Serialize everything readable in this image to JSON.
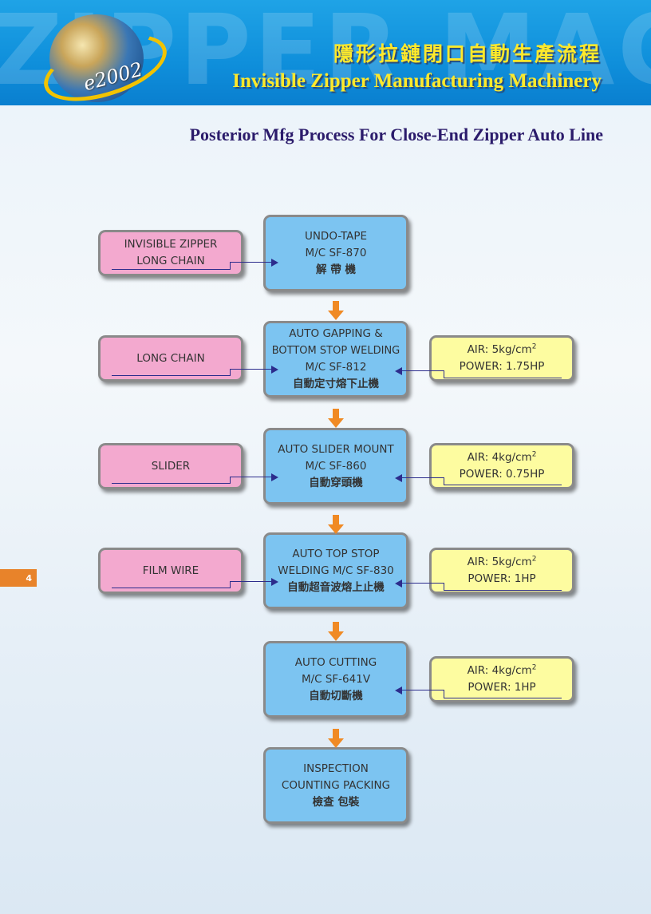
{
  "header": {
    "bg_word": "ZIPPER MACHINE",
    "logo_text": "e2002",
    "title_zh": "隱形拉鏈閉口自動生產流程",
    "title_en": "Invisible Zipper Manufacturing Machinery"
  },
  "subtitle": "Posterior Mfg Process For Close-End Zipper Auto Line",
  "page_number": "4",
  "inputs": [
    {
      "line1": "INVISIBLE ZIPPER",
      "line2": "LONG CHAIN"
    },
    {
      "line1": "LONG  CHAIN"
    },
    {
      "line1": "SLIDER"
    },
    {
      "line1": "FILM WIRE"
    }
  ],
  "machines": [
    {
      "line1": "UNDO-TAPE",
      "line2": "M/C  SF-870",
      "zh": "解  帶  機"
    },
    {
      "line1": "AUTO  GAPPING &",
      "line2": "BOTTOM STOP WELDING",
      "line3": "M/C SF-812",
      "zh": "自動定寸熔下止機"
    },
    {
      "line1": "AUTO SLIDER MOUNT",
      "line2": "M/C  SF-860",
      "zh": "自動穿頭機"
    },
    {
      "line1": "AUTO TOP STOP",
      "line2": "WELDING M/C  SF-830",
      "zh": "自動超音波熔上止機"
    },
    {
      "line1": "AUTO CUTTING",
      "line2": "M/C  SF-641V",
      "zh": "自動切斷機"
    },
    {
      "line1": "INSPECTION",
      "line2": "COUNTING PACKING",
      "zh": "檢查  包裝"
    }
  ],
  "specs": [
    {
      "air": "AIR: 5kg/cm",
      "sup": "2",
      "power": "POWER: 1.75HP"
    },
    {
      "air": "AIR: 4kg/cm",
      "sup": "2",
      "power": "POWER: 0.75HP"
    },
    {
      "air": "AIR: 5kg/cm",
      "sup": "2",
      "power": "POWER: 1HP"
    },
    {
      "air": "AIR: 4kg/cm",
      "sup": "2",
      "power": "POWER: 1HP"
    }
  ]
}
